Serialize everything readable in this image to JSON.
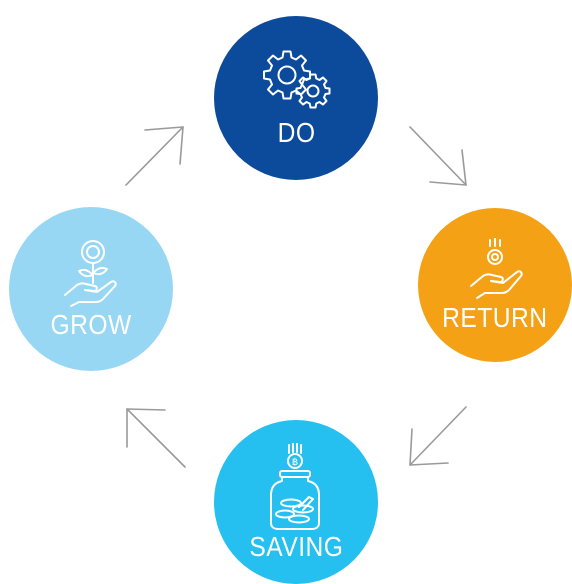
{
  "colors": {
    "do": "#0c4a9c",
    "return": "#f5a116",
    "saving": "#25bff0",
    "grow": "#98d7f3",
    "arrow": "#9a9a9a",
    "icon_line": "#ffffff"
  },
  "nodes": {
    "do": {
      "label": "DO",
      "icon": "gears-icon"
    },
    "return": {
      "label": "RETURN",
      "icon": "hand-receiving-coin-icon"
    },
    "saving": {
      "label": "SAVING",
      "icon": "jar-of-coins-icon"
    },
    "grow": {
      "label": "GROW",
      "icon": "hand-holding-flower-icon"
    }
  },
  "cycle": [
    "do",
    "return",
    "saving",
    "grow"
  ]
}
